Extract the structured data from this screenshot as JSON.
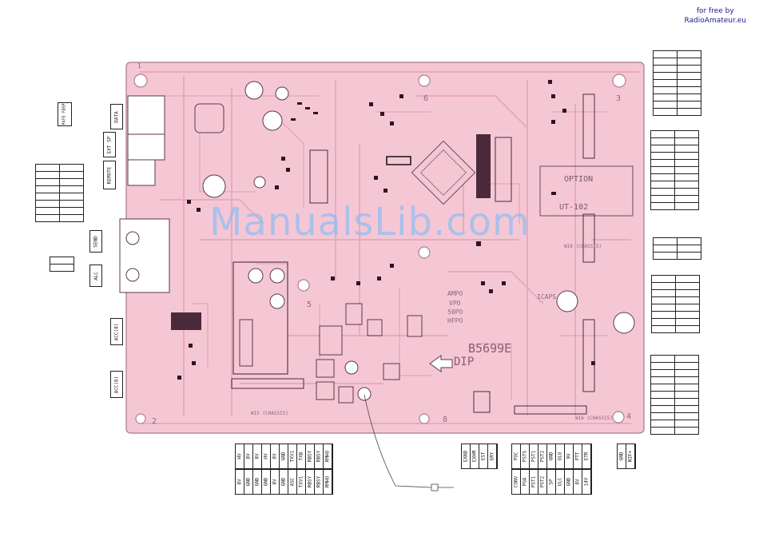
{
  "credit": {
    "line1": "for free by",
    "line2": "RadioAmateur.eu"
  },
  "watermark": "ManualsLib.com",
  "board": {
    "part_number": "B5699E",
    "dip": "DIP",
    "option_label": "OPTION",
    "option_part": "UT-102",
    "corner_numbers": [
      "1",
      "2",
      "3",
      "4",
      "5",
      "6",
      "8"
    ],
    "test_points": [
      "AMPO",
      "VPO",
      "50PO",
      "HFPO",
      "ICAPS"
    ],
    "chassis_labels": [
      "W15 (CHASSIS)",
      "W16 (CHASSIS)",
      "W18 (CHASSIS)"
    ]
  },
  "left_connectors": [
    "DATA",
    "EXT SP",
    "REMOTE",
    "SEND",
    "ALC",
    "ACC(8)",
    "ACC(6)"
  ],
  "left_small_box": "PAFE FDSP",
  "bottom_groups": [
    {
      "id": "g1",
      "top": [
        "HV",
        "8V",
        "8V",
        "HV",
        "8V",
        "GND",
        "TXV1",
        "TXB",
        "RBSY",
        "RBSY",
        "RMHO"
      ],
      "bottom": [
        "8V",
        "GND",
        "GND",
        "GND",
        "8V",
        "GND",
        "ASC",
        "TXV1",
        "RBSY",
        "RBSY",
        "RMHO"
      ]
    },
    {
      "id": "g2",
      "top": [
        "EXND",
        "EXHM",
        "EST",
        "ERY"
      ],
      "bottom": []
    },
    {
      "id": "g3",
      "top": [
        "POC",
        "PSTS",
        "PST1",
        "PST2",
        "GND",
        "ULO",
        "9V",
        "PTT",
        "ETR"
      ],
      "bottom": [
        "CONV",
        "POA",
        "PST1",
        "PST2",
        "SP",
        "ULC",
        "GND",
        "8V",
        "14V"
      ]
    },
    {
      "id": "g4",
      "top": [
        "GND",
        "NIF+"
      ],
      "bottom": []
    }
  ]
}
